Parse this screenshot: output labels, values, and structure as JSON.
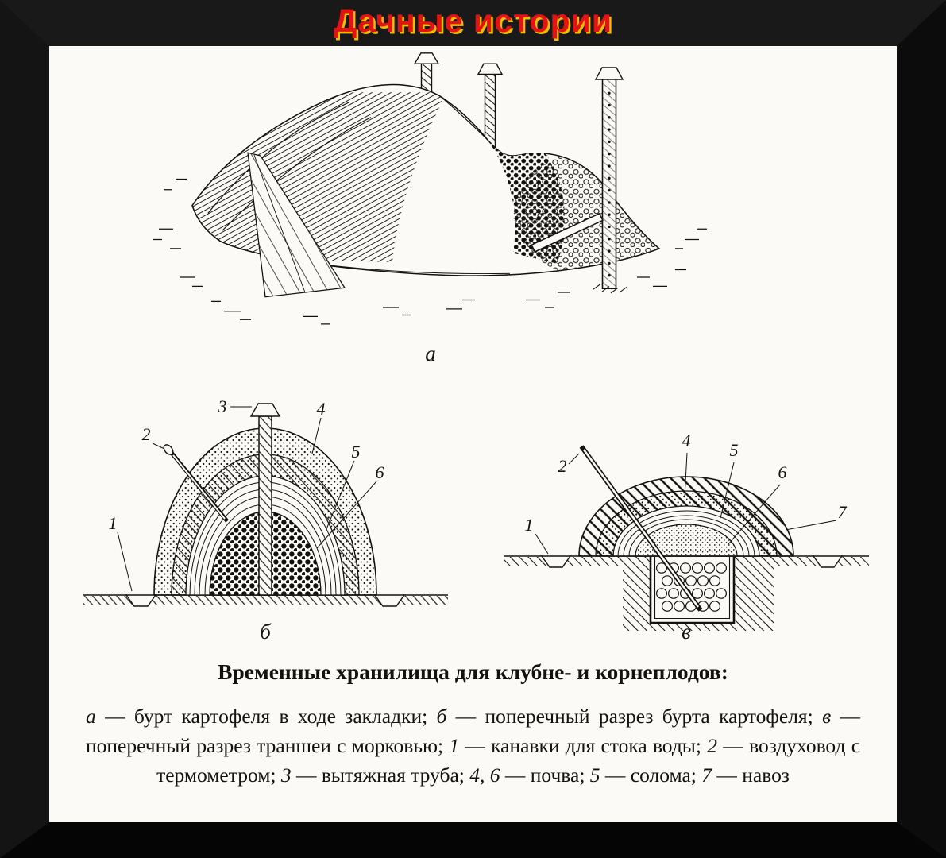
{
  "header": {
    "title": "Дачные истории"
  },
  "page": {
    "fig_a": {
      "label": "а"
    },
    "fig_b": {
      "label": "б",
      "callouts": [
        "1",
        "2",
        "3",
        "4",
        "5",
        "6"
      ]
    },
    "fig_v": {
      "label": "в",
      "callouts": [
        "1",
        "2",
        "4",
        "5",
        "6",
        "7"
      ]
    },
    "caption": {
      "title": "Временные хранилища для клубне- и корнеплодов:",
      "legend": [
        {
          "key": "а",
          "text": "бурт картофеля в ходе закладки"
        },
        {
          "key": "б",
          "text": "поперечный разрез бурта картофеля"
        },
        {
          "key": "в",
          "text": "поперечный разрез траншеи с морковью"
        },
        {
          "key": "1",
          "text": "канавки для стока воды"
        },
        {
          "key": "2",
          "text": "воздуховод с термометром"
        },
        {
          "key": "3",
          "text": "вытяжная труба"
        },
        {
          "key": "4, 6",
          "text": "почва"
        },
        {
          "key": "5",
          "text": "солома"
        },
        {
          "key": "7",
          "text": "навоз"
        }
      ]
    }
  },
  "colors": {
    "title_red": "#e31313",
    "title_gold": "#f0bf00",
    "paper": "#fbfaf6",
    "ink": "#14120f",
    "frame": "#0c0c0c"
  }
}
